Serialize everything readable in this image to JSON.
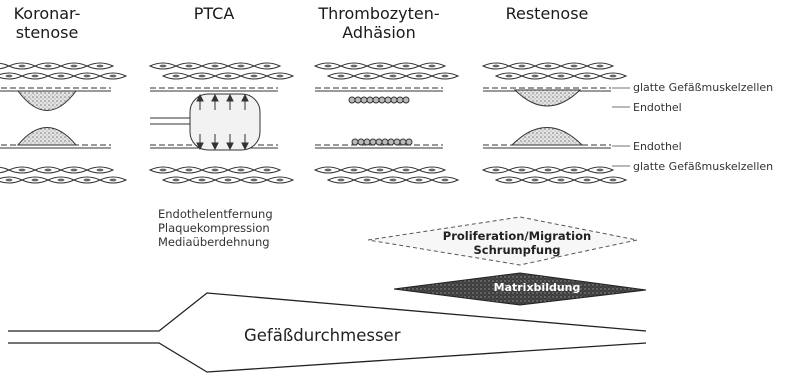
{
  "stages": [
    {
      "title": "Koronar-\nstenose"
    },
    {
      "title": "PTCA"
    },
    {
      "title": "Thrombozyten-\nAdhäsion"
    },
    {
      "title": "Restenose"
    }
  ],
  "layer_labels": {
    "top_muscle": "glatte Gefäßmuskelzellen",
    "top_endothel": "Endothel",
    "bottom_endothel": "Endothel",
    "bottom_muscle": "glatte Gefäßmuskelzellen"
  },
  "ptca_effects": [
    "Endothelentfernung",
    "Plaquekompression",
    "Mediaüberdehnung"
  ],
  "processes": {
    "proliferation": "Proliferation/Migration",
    "shrinkage": "Schrumpfung",
    "matrix": "Matrixbildung"
  },
  "vessel_diameter": "Gefäßdurchmesser"
}
